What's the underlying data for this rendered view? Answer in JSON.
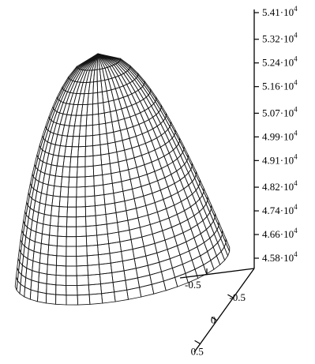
{
  "chart_data": {
    "type": "surface3d",
    "title": "",
    "xlabel": "",
    "ylabel": "",
    "zlabel": "",
    "z_axis": {
      "range": [
        45800,
        54100
      ],
      "ticks": [
        {
          "value": 54100,
          "mantissa": "5.41",
          "base": "·10",
          "exponent": "4"
        },
        {
          "value": 53200,
          "mantissa": "5.32",
          "base": "·10",
          "exponent": "4"
        },
        {
          "value": 52400,
          "mantissa": "5.24",
          "base": "·10",
          "exponent": "4"
        },
        {
          "value": 51600,
          "mantissa": "5.16",
          "base": "·10",
          "exponent": "4"
        },
        {
          "value": 50700,
          "mantissa": "5.07",
          "base": "·10",
          "exponent": "4"
        },
        {
          "value": 49900,
          "mantissa": "4.99",
          "base": "·10",
          "exponent": "4"
        },
        {
          "value": 49100,
          "mantissa": "4.91",
          "base": "·10",
          "exponent": "4"
        },
        {
          "value": 48200,
          "mantissa": "4.82",
          "base": "·10",
          "exponent": "4"
        },
        {
          "value": 47400,
          "mantissa": "4.74",
          "base": "·10",
          "exponent": "4"
        },
        {
          "value": 46600,
          "mantissa": "4.66",
          "base": "·10",
          "exponent": "4"
        },
        {
          "value": 45800,
          "mantissa": "4.58",
          "base": "·10",
          "exponent": "4"
        }
      ]
    },
    "x_axis": {
      "ticks": [
        "-0.5"
      ]
    },
    "y_axis": {
      "ticks": [
        "-0.5",
        "0",
        "0.5"
      ]
    },
    "surface": {
      "shape": "paraboloid cap",
      "peak_z": 54100,
      "base_z": 45800,
      "grid_lines_u": 26,
      "grid_lines_v": 24
    },
    "grid": false,
    "legend": "none"
  },
  "colors": {
    "surface_light": "#dcdcdc",
    "surface_dark": "#5a5a5a",
    "mesh": "#141414",
    "axes": "#000000"
  }
}
